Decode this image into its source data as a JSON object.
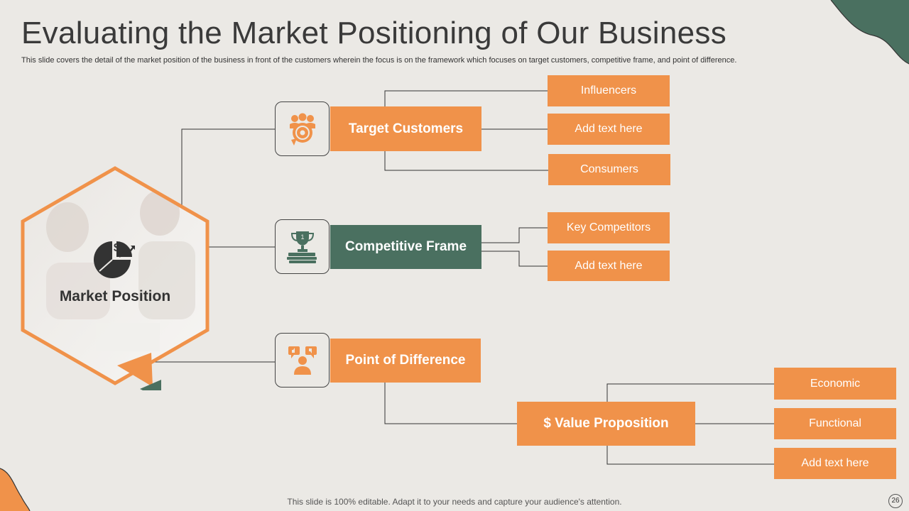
{
  "title": "Evaluating the Market Positioning of Our Business",
  "subtitle": "This slide covers the detail of the market position of the business in front of the customers wherein the focus is on the framework which focuses on target customers, competitive frame, and point of difference.",
  "center": {
    "label": "Market Position",
    "icon": "pie-chart-dollar-icon"
  },
  "branches": {
    "target": {
      "label": "Target Customers",
      "icon": "customers-target-icon",
      "items": [
        "Influencers",
        "Add text here",
        "Consumers"
      ]
    },
    "competitive": {
      "label": "Competitive Frame",
      "icon": "trophy-icon",
      "items": [
        "Key Competitors",
        "Add text here"
      ]
    },
    "difference": {
      "label": "Point of Difference",
      "icon": "feedback-person-icon"
    },
    "value": {
      "label": "$ Value Proposition",
      "items": [
        "Economic",
        "Functional",
        "Add text here"
      ]
    }
  },
  "footer": "This slide is 100% editable. Adapt it to your needs and capture your audience's attention.",
  "page_number": "26",
  "colors": {
    "orange": "#f0924a",
    "green": "#4a7060",
    "background": "#ebe9e5"
  }
}
